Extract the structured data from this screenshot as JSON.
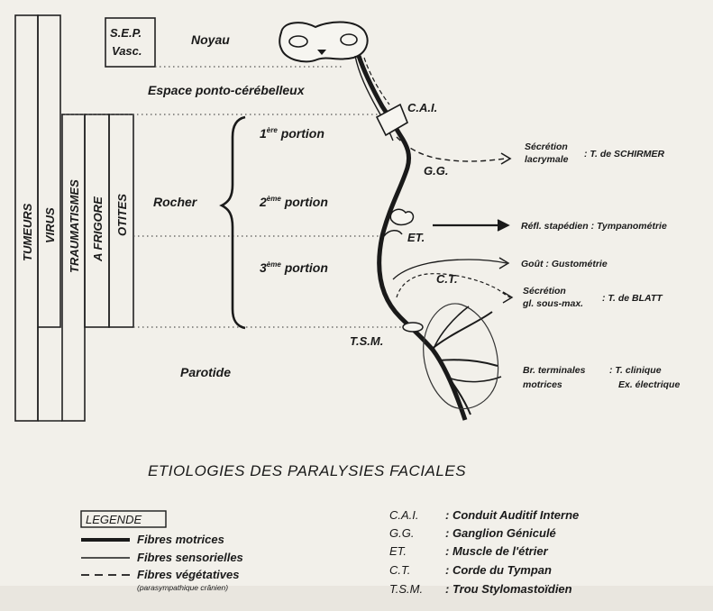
{
  "left_columns": {
    "tumeurs": "TUMEURS",
    "virus": "VIRUS",
    "traumatismes": "TRAUMATISMES",
    "a_frigore": "A FRIGORE",
    "otites": "OTITES"
  },
  "sep_box": {
    "line1": "S.E.P.",
    "line2": "Vasc."
  },
  "levels": {
    "noyau": "Noyau",
    "espace": "Espace ponto-cérébelleux",
    "rocher": "Rocher",
    "portion1": "1",
    "portion1_sup": "ère",
    "portion2": "2",
    "portion2_sup": "ème",
    "portion3": "3",
    "portion3_sup": "ème",
    "portion_word": " portion",
    "parotide": "Parotide"
  },
  "nerve_labels": {
    "cai": "C.A.I.",
    "gg": "G.G.",
    "et": "ET.",
    "ct": "C.T.",
    "tsm": "T.S.M."
  },
  "tests": {
    "secretion_lacr_1": "Sécrétion",
    "secretion_lacr_2": "lacrymale",
    "schirmer": ": T. de SCHIRMER",
    "refl_stap": "Réfl. stapédien : Tympanométrie",
    "gout": "Goût : Gustométrie",
    "secretion_gl_1": "Sécrétion",
    "secretion_gl_2": "gl. sous-max.",
    "blatt": ": T. de BLATT",
    "br_term_1": "Br. terminales",
    "br_term_2": "motrices",
    "tclin_1": ": T. clinique",
    "tclin_2": "Ex. électrique"
  },
  "title": "ETIOLOGIES DES PARALYSIES FACIALES",
  "legend": {
    "heading": "LEGENDE",
    "motrices": "Fibres motrices",
    "sensorielles": "Fibres sensorielles",
    "vegetatives": "Fibres végétatives",
    "vegetatives_sub": "(parasympathique crânien)"
  },
  "abbreviations": [
    {
      "abbr": "C.A.I.",
      "def": ": Conduit Auditif Interne"
    },
    {
      "abbr": "G.G.",
      "def": ": Ganglion Géniculé"
    },
    {
      "abbr": "ET.",
      "def": ": Muscle de l'étrier"
    },
    {
      "abbr": "C.T.",
      "def": ": Corde du Tympan"
    },
    {
      "abbr": "T.S.M.",
      "def": ": Trou Stylomastoïdien"
    }
  ],
  "colors": {
    "ink": "#1a1a1a",
    "paper": "#f2f0ea"
  }
}
